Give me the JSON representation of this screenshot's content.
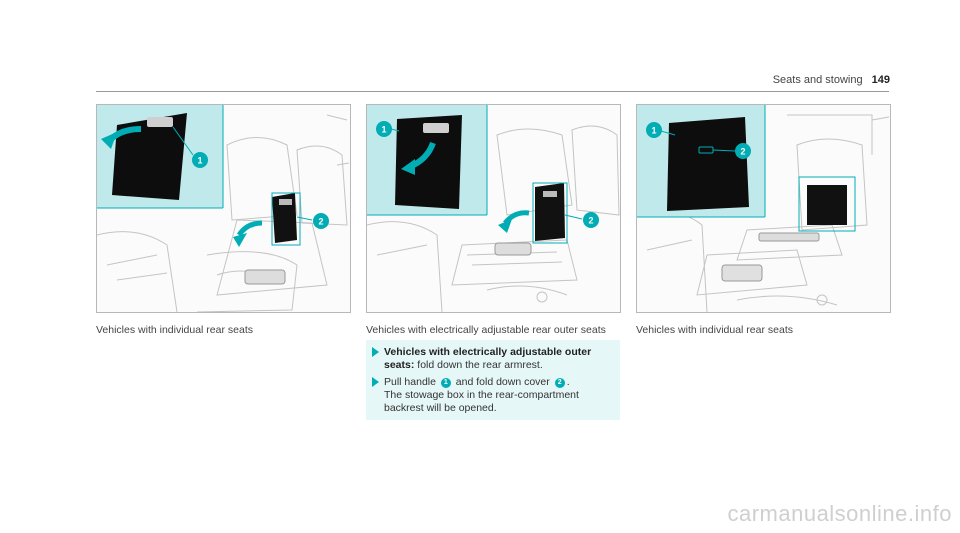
{
  "header": {
    "section": "Seats and stowing",
    "page": "149"
  },
  "figures": [
    {
      "caption": "Vehicles with individual rear seats",
      "labels": [
        "1",
        "2"
      ]
    },
    {
      "caption": "Vehicles with electrically adjustable rear outer seats",
      "labels": [
        "1",
        "2"
      ]
    },
    {
      "caption": "Vehicles with individual rear seats",
      "labels": [
        "1",
        "2"
      ]
    }
  ],
  "instructions": {
    "step1": {
      "bold": "Vehicles with electrically adjustable outer seats:",
      "text": " fold down the rear armrest."
    },
    "step2": {
      "text_a": "Pull handle ",
      "num1": "1",
      "text_b": " and fold down cover ",
      "num2": "2",
      "text_c": ".",
      "line2": "The stowage box in the rear-compartment",
      "line3": "backrest will be opened."
    }
  },
  "watermark": "carmanualsonline.info",
  "colors": {
    "accent": "#00adb5",
    "inset_bg": "#bfe9ea",
    "instruction_bg": "#e6f7f7"
  }
}
